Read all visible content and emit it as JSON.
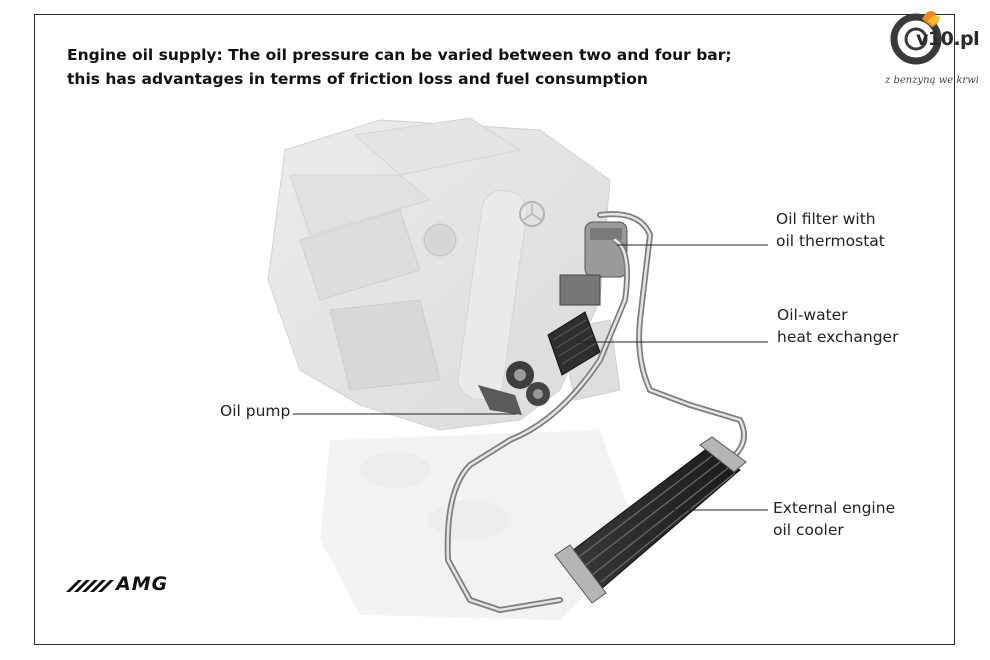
{
  "headline": {
    "line1": "Engine oil supply: The oil pressure can be varied between two and four bar;",
    "line2": "this has advantages in terms of friction loss and fuel consumption"
  },
  "labels": {
    "oil_filter": {
      "line1": "Oil filter with",
      "line2": "oil thermostat"
    },
    "heat_exchanger": {
      "line1": "Oil-water",
      "line2": "heat exchanger"
    },
    "oil_pump": "Oil pump",
    "oil_cooler": {
      "line1": "External engine",
      "line2": "oil cooler"
    }
  },
  "watermark": {
    "brand": "v10.pl",
    "tagline": "z benzyną we krwi"
  },
  "logo": {
    "text": "AMG"
  }
}
